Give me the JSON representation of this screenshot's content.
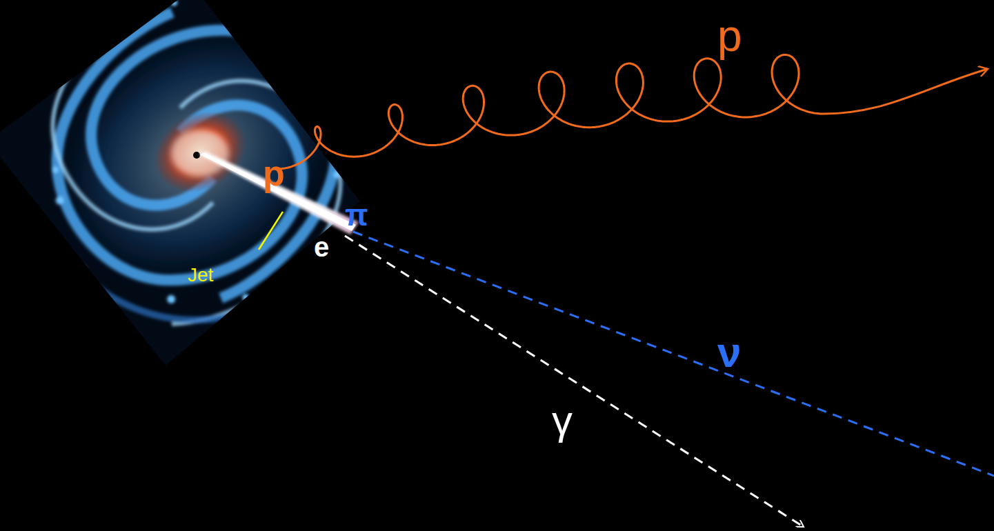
{
  "diagram": {
    "labels": [
      "p",
      "p",
      "π",
      "Jet",
      "e",
      "ν",
      "γ"
    ]
  }
}
